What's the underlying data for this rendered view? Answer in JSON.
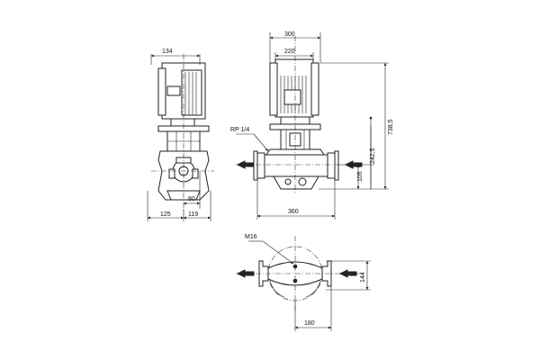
{
  "dimensions": {
    "side_motor_width": "134",
    "side_half_left": "125",
    "side_half_right": "119",
    "side_offset": "80",
    "front_motor_outer": "300",
    "front_motor_inner": "220",
    "front_total_height": "738,5",
    "front_inlet_height": "242,5",
    "front_base_height": "105",
    "front_port_span": "360",
    "front_thread_label": "RP 1/4",
    "plan_bolt_label": "M16",
    "plan_depth": "144",
    "plan_width": "180"
  },
  "colors": {
    "line": "#222222",
    "background": "#ffffff"
  }
}
